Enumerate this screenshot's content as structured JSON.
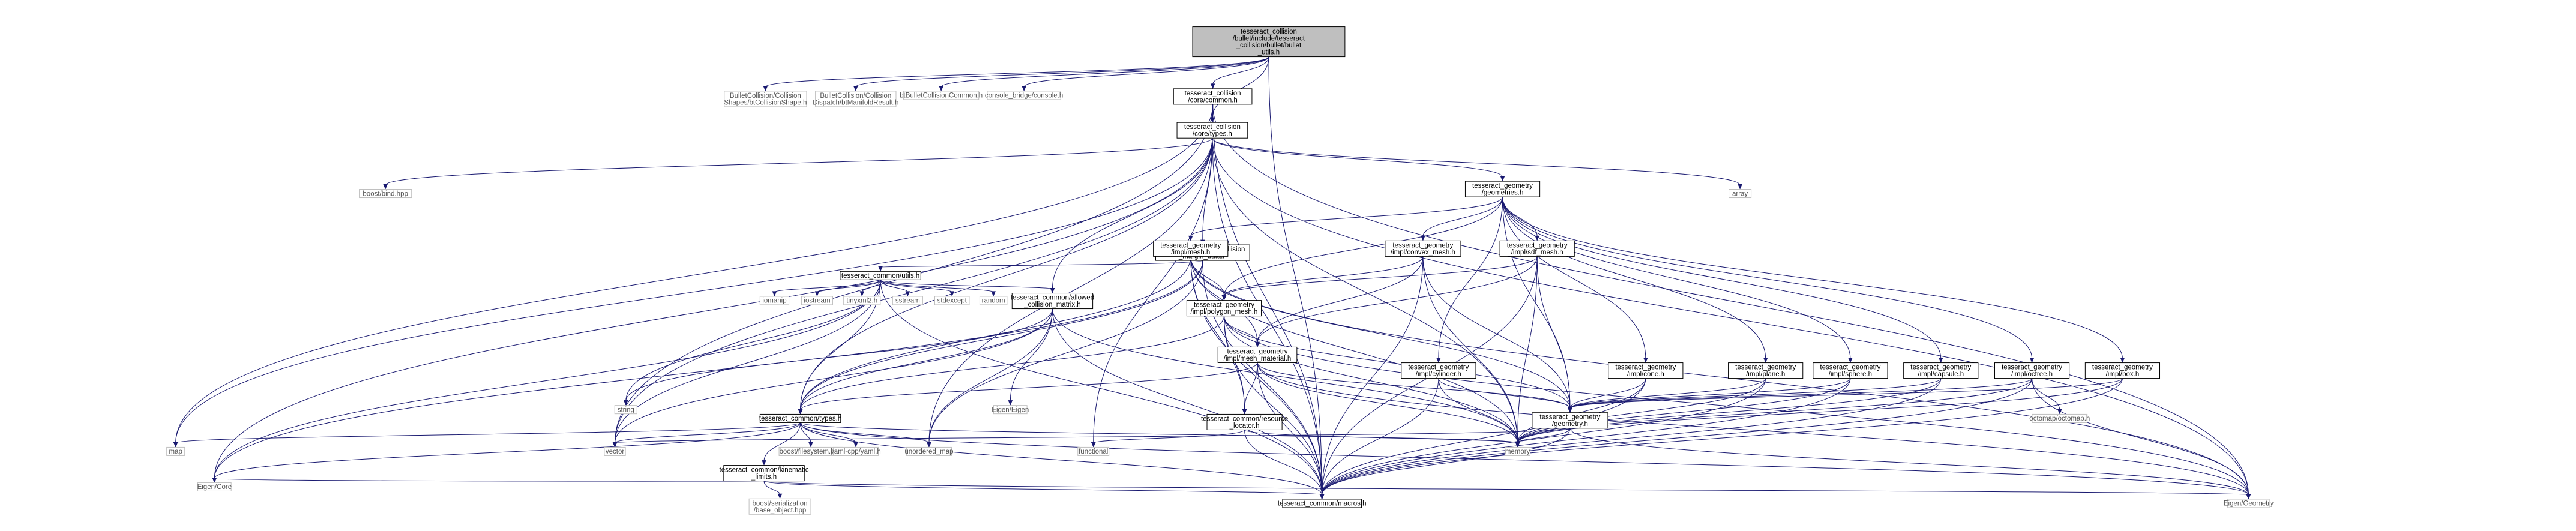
{
  "graph": {
    "type": "include-dependency-graph",
    "root": "bullet_utils",
    "nodes": [
      {
        "id": "bullet_utils",
        "lines": [
          "tesseract_collision",
          "/bullet/include/tesseract",
          "_collision/bullet/bullet",
          "_utils.h"
        ],
        "kind": "root"
      },
      {
        "id": "btCollisionShape",
        "lines": [
          "BulletCollision/Collision",
          "Shapes/btCollisionShape.h"
        ],
        "kind": "external"
      },
      {
        "id": "btManifoldResult",
        "lines": [
          "BulletCollision/Collision",
          "Dispatch/btManifoldResult.h"
        ],
        "kind": "external"
      },
      {
        "id": "btBulletCollisionCommon",
        "lines": [
          "btBulletCollisionCommon.h"
        ],
        "kind": "external"
      },
      {
        "id": "console",
        "lines": [
          "console_bridge/console.h"
        ],
        "kind": "external"
      },
      {
        "id": "core_common",
        "lines": [
          "tesseract_collision",
          "/core/common.h"
        ],
        "kind": "internal"
      },
      {
        "id": "core_types",
        "lines": [
          "tesseract_collision",
          "/core/types.h"
        ],
        "kind": "internal"
      },
      {
        "id": "boost_bind",
        "lines": [
          "boost/bind.hpp"
        ],
        "kind": "external"
      },
      {
        "id": "array",
        "lines": [
          "array"
        ],
        "kind": "external"
      },
      {
        "id": "geometries",
        "lines": [
          "tesseract_geometry",
          "/geometries.h"
        ],
        "kind": "internal"
      },
      {
        "id": "collision_margin",
        "lines": [
          "tesseract_common/collision",
          "_margin_data.h"
        ],
        "kind": "internal"
      },
      {
        "id": "impl_mesh",
        "lines": [
          "tesseract_geometry",
          "/impl/mesh.h"
        ],
        "kind": "internal"
      },
      {
        "id": "impl_convex_mesh",
        "lines": [
          "tesseract_geometry",
          "/impl/convex_mesh.h"
        ],
        "kind": "internal"
      },
      {
        "id": "impl_sdf_mesh",
        "lines": [
          "tesseract_geometry",
          "/impl/sdf_mesh.h"
        ],
        "kind": "internal"
      },
      {
        "id": "common_utils",
        "lines": [
          "tesseract_common/utils.h"
        ],
        "kind": "internal"
      },
      {
        "id": "impl_polygon_mesh",
        "lines": [
          "tesseract_geometry",
          "/impl/polygon_mesh.h"
        ],
        "kind": "internal"
      },
      {
        "id": "iomanip",
        "lines": [
          "iomanip"
        ],
        "kind": "external"
      },
      {
        "id": "iostream",
        "lines": [
          "iostream"
        ],
        "kind": "external"
      },
      {
        "id": "tinyxml2",
        "lines": [
          "tinyxml2.h"
        ],
        "kind": "external"
      },
      {
        "id": "sstream",
        "lines": [
          "sstream"
        ],
        "kind": "external"
      },
      {
        "id": "stdexcept",
        "lines": [
          "stdexcept"
        ],
        "kind": "external"
      },
      {
        "id": "random",
        "lines": [
          "random"
        ],
        "kind": "external"
      },
      {
        "id": "allowed_collision",
        "lines": [
          "tesseract_common/allowed",
          "_collision_matrix.h"
        ],
        "kind": "internal"
      },
      {
        "id": "impl_mesh_material",
        "lines": [
          "tesseract_geometry",
          "/impl/mesh_material.h"
        ],
        "kind": "internal"
      },
      {
        "id": "impl_cylinder",
        "lines": [
          "tesseract_geometry",
          "/impl/cylinder.h"
        ],
        "kind": "internal"
      },
      {
        "id": "impl_cone",
        "lines": [
          "tesseract_geometry",
          "/impl/cone.h"
        ],
        "kind": "internal"
      },
      {
        "id": "impl_plane",
        "lines": [
          "tesseract_geometry",
          "/impl/plane.h"
        ],
        "kind": "internal"
      },
      {
        "id": "impl_sphere",
        "lines": [
          "tesseract_geometry",
          "/impl/sphere.h"
        ],
        "kind": "internal"
      },
      {
        "id": "impl_capsule",
        "lines": [
          "tesseract_geometry",
          "/impl/capsule.h"
        ],
        "kind": "internal"
      },
      {
        "id": "impl_octree",
        "lines": [
          "tesseract_geometry",
          "/impl/octree.h"
        ],
        "kind": "internal"
      },
      {
        "id": "impl_box",
        "lines": [
          "tesseract_geometry",
          "/impl/box.h"
        ],
        "kind": "internal"
      },
      {
        "id": "string",
        "lines": [
          "string"
        ],
        "kind": "external"
      },
      {
        "id": "eigen_eigen",
        "lines": [
          "Eigen/Eigen"
        ],
        "kind": "external"
      },
      {
        "id": "common_types",
        "lines": [
          "tesseract_common/types.h"
        ],
        "kind": "internal"
      },
      {
        "id": "resource_locator",
        "lines": [
          "tesseract_common/resource",
          "_locator.h"
        ],
        "kind": "internal"
      },
      {
        "id": "geometry_h",
        "lines": [
          "tesseract_geometry",
          "/geometry.h"
        ],
        "kind": "internal"
      },
      {
        "id": "octomap",
        "lines": [
          "octomap/octomap.h"
        ],
        "kind": "external"
      },
      {
        "id": "map",
        "lines": [
          "map"
        ],
        "kind": "external"
      },
      {
        "id": "vector",
        "lines": [
          "vector"
        ],
        "kind": "external"
      },
      {
        "id": "boost_fs",
        "lines": [
          "boost/filesystem.hpp"
        ],
        "kind": "external"
      },
      {
        "id": "yaml",
        "lines": [
          "yaml-cpp/yaml.h"
        ],
        "kind": "external"
      },
      {
        "id": "unordered_map",
        "lines": [
          "unordered_map"
        ],
        "kind": "external"
      },
      {
        "id": "functional",
        "lines": [
          "functional"
        ],
        "kind": "external"
      },
      {
        "id": "memory",
        "lines": [
          "memory"
        ],
        "kind": "external"
      },
      {
        "id": "kinematic_limits",
        "lines": [
          "tesseract_common/kinematic",
          "_limits.h"
        ],
        "kind": "internal"
      },
      {
        "id": "eigen_core",
        "lines": [
          "Eigen/Core"
        ],
        "kind": "external"
      },
      {
        "id": "boost_serial",
        "lines": [
          "boost/serialization",
          "/base_object.hpp"
        ],
        "kind": "external"
      },
      {
        "id": "macros",
        "lines": [
          "tesseract_common/macros.h"
        ],
        "kind": "internal"
      },
      {
        "id": "eigen_geometry",
        "lines": [
          "Eigen/Geometry"
        ],
        "kind": "external"
      }
    ],
    "edges": [
      [
        "bullet_utils",
        "btCollisionShape"
      ],
      [
        "bullet_utils",
        "btManifoldResult"
      ],
      [
        "bullet_utils",
        "btBulletCollisionCommon"
      ],
      [
        "bullet_utils",
        "console"
      ],
      [
        "bullet_utils",
        "core_common"
      ],
      [
        "bullet_utils",
        "core_types"
      ],
      [
        "bullet_utils",
        "macros"
      ],
      [
        "core_common",
        "core_types"
      ],
      [
        "core_common",
        "map"
      ],
      [
        "core_common",
        "vector"
      ],
      [
        "core_common",
        "macros"
      ],
      [
        "core_common",
        "eigen_geometry"
      ],
      [
        "core_types",
        "boost_bind"
      ],
      [
        "core_types",
        "array"
      ],
      [
        "core_types",
        "geometries"
      ],
      [
        "core_types",
        "collision_margin"
      ],
      [
        "core_types",
        "allowed_collision"
      ],
      [
        "core_types",
        "common_types"
      ],
      [
        "core_types",
        "map"
      ],
      [
        "core_types",
        "vector"
      ],
      [
        "core_types",
        "unordered_map"
      ],
      [
        "core_types",
        "functional"
      ],
      [
        "core_types",
        "memory"
      ],
      [
        "core_types",
        "eigen_core"
      ],
      [
        "core_types",
        "macros"
      ],
      [
        "core_types",
        "eigen_geometry"
      ],
      [
        "geometries",
        "impl_mesh"
      ],
      [
        "geometries",
        "impl_convex_mesh"
      ],
      [
        "geometries",
        "impl_sdf_mesh"
      ],
      [
        "geometries",
        "impl_polygon_mesh"
      ],
      [
        "geometries",
        "impl_cylinder"
      ],
      [
        "geometries",
        "impl_cone"
      ],
      [
        "geometries",
        "impl_plane"
      ],
      [
        "geometries",
        "impl_sphere"
      ],
      [
        "geometries",
        "impl_capsule"
      ],
      [
        "geometries",
        "impl_octree"
      ],
      [
        "geometries",
        "impl_box"
      ],
      [
        "geometries",
        "geometry_h"
      ],
      [
        "collision_margin",
        "common_utils"
      ],
      [
        "collision_margin",
        "common_types"
      ],
      [
        "collision_margin",
        "unordered_map"
      ],
      [
        "collision_margin",
        "eigen_core"
      ],
      [
        "collision_margin",
        "macros"
      ],
      [
        "impl_mesh",
        "impl_polygon_mesh"
      ],
      [
        "impl_mesh",
        "impl_mesh_material"
      ],
      [
        "impl_mesh",
        "resource_locator"
      ],
      [
        "impl_mesh",
        "common_types"
      ],
      [
        "impl_mesh",
        "geometry_h"
      ],
      [
        "impl_mesh",
        "memory"
      ],
      [
        "impl_mesh",
        "macros"
      ],
      [
        "impl_mesh",
        "eigen_geometry"
      ],
      [
        "impl_convex_mesh",
        "impl_polygon_mesh"
      ],
      [
        "impl_convex_mesh",
        "impl_mesh_material"
      ],
      [
        "impl_convex_mesh",
        "geometry_h"
      ],
      [
        "impl_convex_mesh",
        "memory"
      ],
      [
        "impl_convex_mesh",
        "macros"
      ],
      [
        "impl_sdf_mesh",
        "impl_polygon_mesh"
      ],
      [
        "impl_sdf_mesh",
        "impl_mesh_material"
      ],
      [
        "impl_sdf_mesh",
        "geometry_h"
      ],
      [
        "impl_sdf_mesh",
        "memory"
      ],
      [
        "impl_sdf_mesh",
        "macros"
      ],
      [
        "common_utils",
        "iomanip"
      ],
      [
        "common_utils",
        "iostream"
      ],
      [
        "common_utils",
        "tinyxml2"
      ],
      [
        "common_utils",
        "sstream"
      ],
      [
        "common_utils",
        "stdexcept"
      ],
      [
        "common_utils",
        "random"
      ],
      [
        "common_utils",
        "allowed_collision"
      ],
      [
        "common_utils",
        "common_types"
      ],
      [
        "common_utils",
        "string"
      ],
      [
        "common_utils",
        "vector"
      ],
      [
        "common_utils",
        "eigen_core"
      ],
      [
        "common_utils",
        "macros"
      ],
      [
        "impl_polygon_mesh",
        "impl_mesh_material"
      ],
      [
        "impl_polygon_mesh",
        "resource_locator"
      ],
      [
        "impl_polygon_mesh",
        "common_types"
      ],
      [
        "impl_polygon_mesh",
        "geometry_h"
      ],
      [
        "impl_polygon_mesh",
        "memory"
      ],
      [
        "impl_polygon_mesh",
        "macros"
      ],
      [
        "impl_polygon_mesh",
        "eigen_geometry"
      ],
      [
        "allowed_collision",
        "string"
      ],
      [
        "allowed_collision",
        "eigen_eigen"
      ],
      [
        "allowed_collision",
        "common_types"
      ],
      [
        "allowed_collision",
        "unordered_map"
      ],
      [
        "allowed_collision",
        "vector"
      ],
      [
        "allowed_collision",
        "memory"
      ],
      [
        "allowed_collision",
        "macros"
      ],
      [
        "impl_mesh_material",
        "resource_locator"
      ],
      [
        "impl_mesh_material",
        "common_types"
      ],
      [
        "impl_mesh_material",
        "geometry_h"
      ],
      [
        "impl_mesh_material",
        "memory"
      ],
      [
        "impl_mesh_material",
        "macros"
      ],
      [
        "impl_mesh_material",
        "eigen_geometry"
      ],
      [
        "impl_cylinder",
        "geometry_h"
      ],
      [
        "impl_cylinder",
        "memory"
      ],
      [
        "impl_cylinder",
        "macros"
      ],
      [
        "impl_cone",
        "geometry_h"
      ],
      [
        "impl_cone",
        "memory"
      ],
      [
        "impl_cone",
        "macros"
      ],
      [
        "impl_plane",
        "geometry_h"
      ],
      [
        "impl_plane",
        "memory"
      ],
      [
        "impl_plane",
        "macros"
      ],
      [
        "impl_sphere",
        "geometry_h"
      ],
      [
        "impl_sphere",
        "memory"
      ],
      [
        "impl_sphere",
        "macros"
      ],
      [
        "impl_capsule",
        "geometry_h"
      ],
      [
        "impl_capsule",
        "memory"
      ],
      [
        "impl_capsule",
        "macros"
      ],
      [
        "impl_octree",
        "geometry_h"
      ],
      [
        "impl_octree",
        "octomap"
      ],
      [
        "impl_octree",
        "memory"
      ],
      [
        "impl_octree",
        "macros"
      ],
      [
        "impl_octree",
        "eigen_geometry"
      ],
      [
        "impl_box",
        "geometry_h"
      ],
      [
        "impl_box",
        "memory"
      ],
      [
        "impl_box",
        "macros"
      ],
      [
        "common_types",
        "map"
      ],
      [
        "common_types",
        "vector"
      ],
      [
        "common_types",
        "boost_fs"
      ],
      [
        "common_types",
        "yaml"
      ],
      [
        "common_types",
        "unordered_map"
      ],
      [
        "common_types",
        "memory"
      ],
      [
        "common_types",
        "kinematic_limits"
      ],
      [
        "common_types",
        "eigen_core"
      ],
      [
        "common_types",
        "macros"
      ],
      [
        "common_types",
        "eigen_geometry"
      ],
      [
        "resource_locator",
        "functional"
      ],
      [
        "resource_locator",
        "memory"
      ],
      [
        "resource_locator",
        "macros"
      ],
      [
        "geometry_h",
        "memory"
      ],
      [
        "geometry_h",
        "vector"
      ],
      [
        "geometry_h",
        "macros"
      ],
      [
        "geometry_h",
        "eigen_geometry"
      ],
      [
        "kinematic_limits",
        "eigen_core"
      ],
      [
        "kinematic_limits",
        "boost_serial"
      ],
      [
        "kinematic_limits",
        "macros"
      ],
      [
        "kinematic_limits",
        "eigen_geometry"
      ]
    ]
  },
  "colors": {
    "edge": "#191970",
    "root_fill": "#bfbfbf",
    "external_border": "#bfbfbf",
    "node_border": "#000000",
    "background": "#ffffff"
  }
}
